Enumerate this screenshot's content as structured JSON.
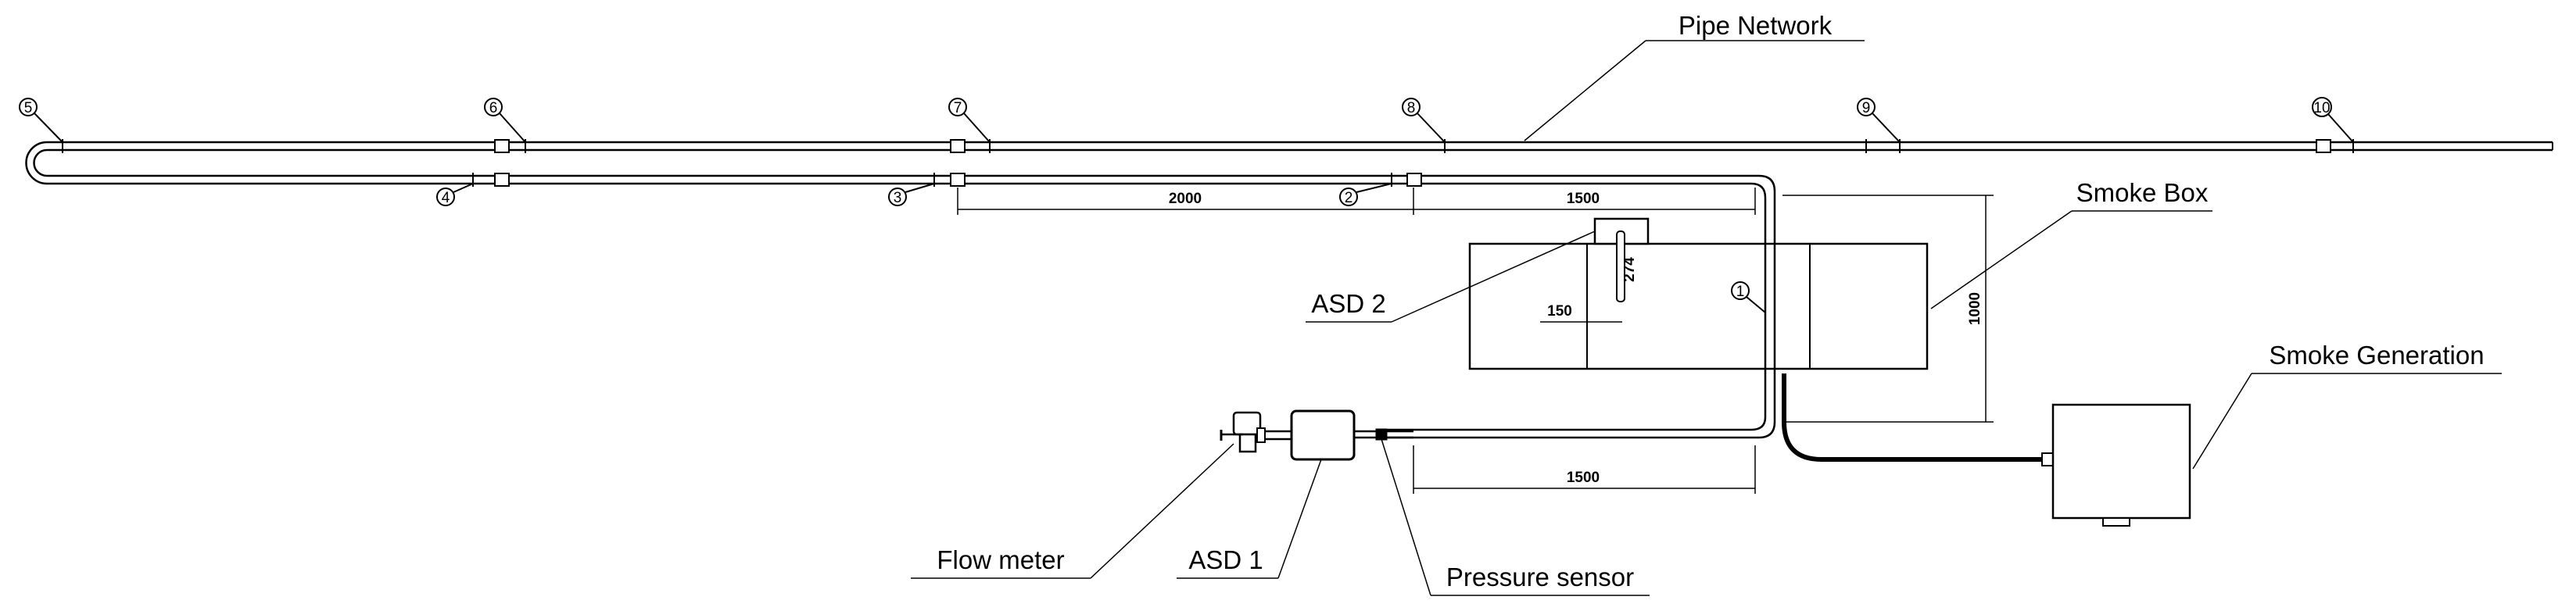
{
  "labels": {
    "pipe_network": "Pipe Network",
    "smoke_box": "Smoke Box",
    "smoke_generation": "Smoke Generation",
    "asd2": "ASD 2",
    "asd1": "ASD 1",
    "flow_meter": "Flow meter",
    "pressure_sensor": "Pressure sensor"
  },
  "dimensions": {
    "span_2000": "2000",
    "span_1500_top": "1500",
    "span_1500_bottom": "1500",
    "height_1000": "1000",
    "probe_274": "274",
    "offset_150": "150"
  },
  "markers": {
    "m1": "1",
    "m2": "2",
    "m3": "3",
    "m4": "4",
    "m5": "5",
    "m6": "6",
    "m7": "7",
    "m8": "8",
    "m9": "9",
    "m10": "10"
  }
}
